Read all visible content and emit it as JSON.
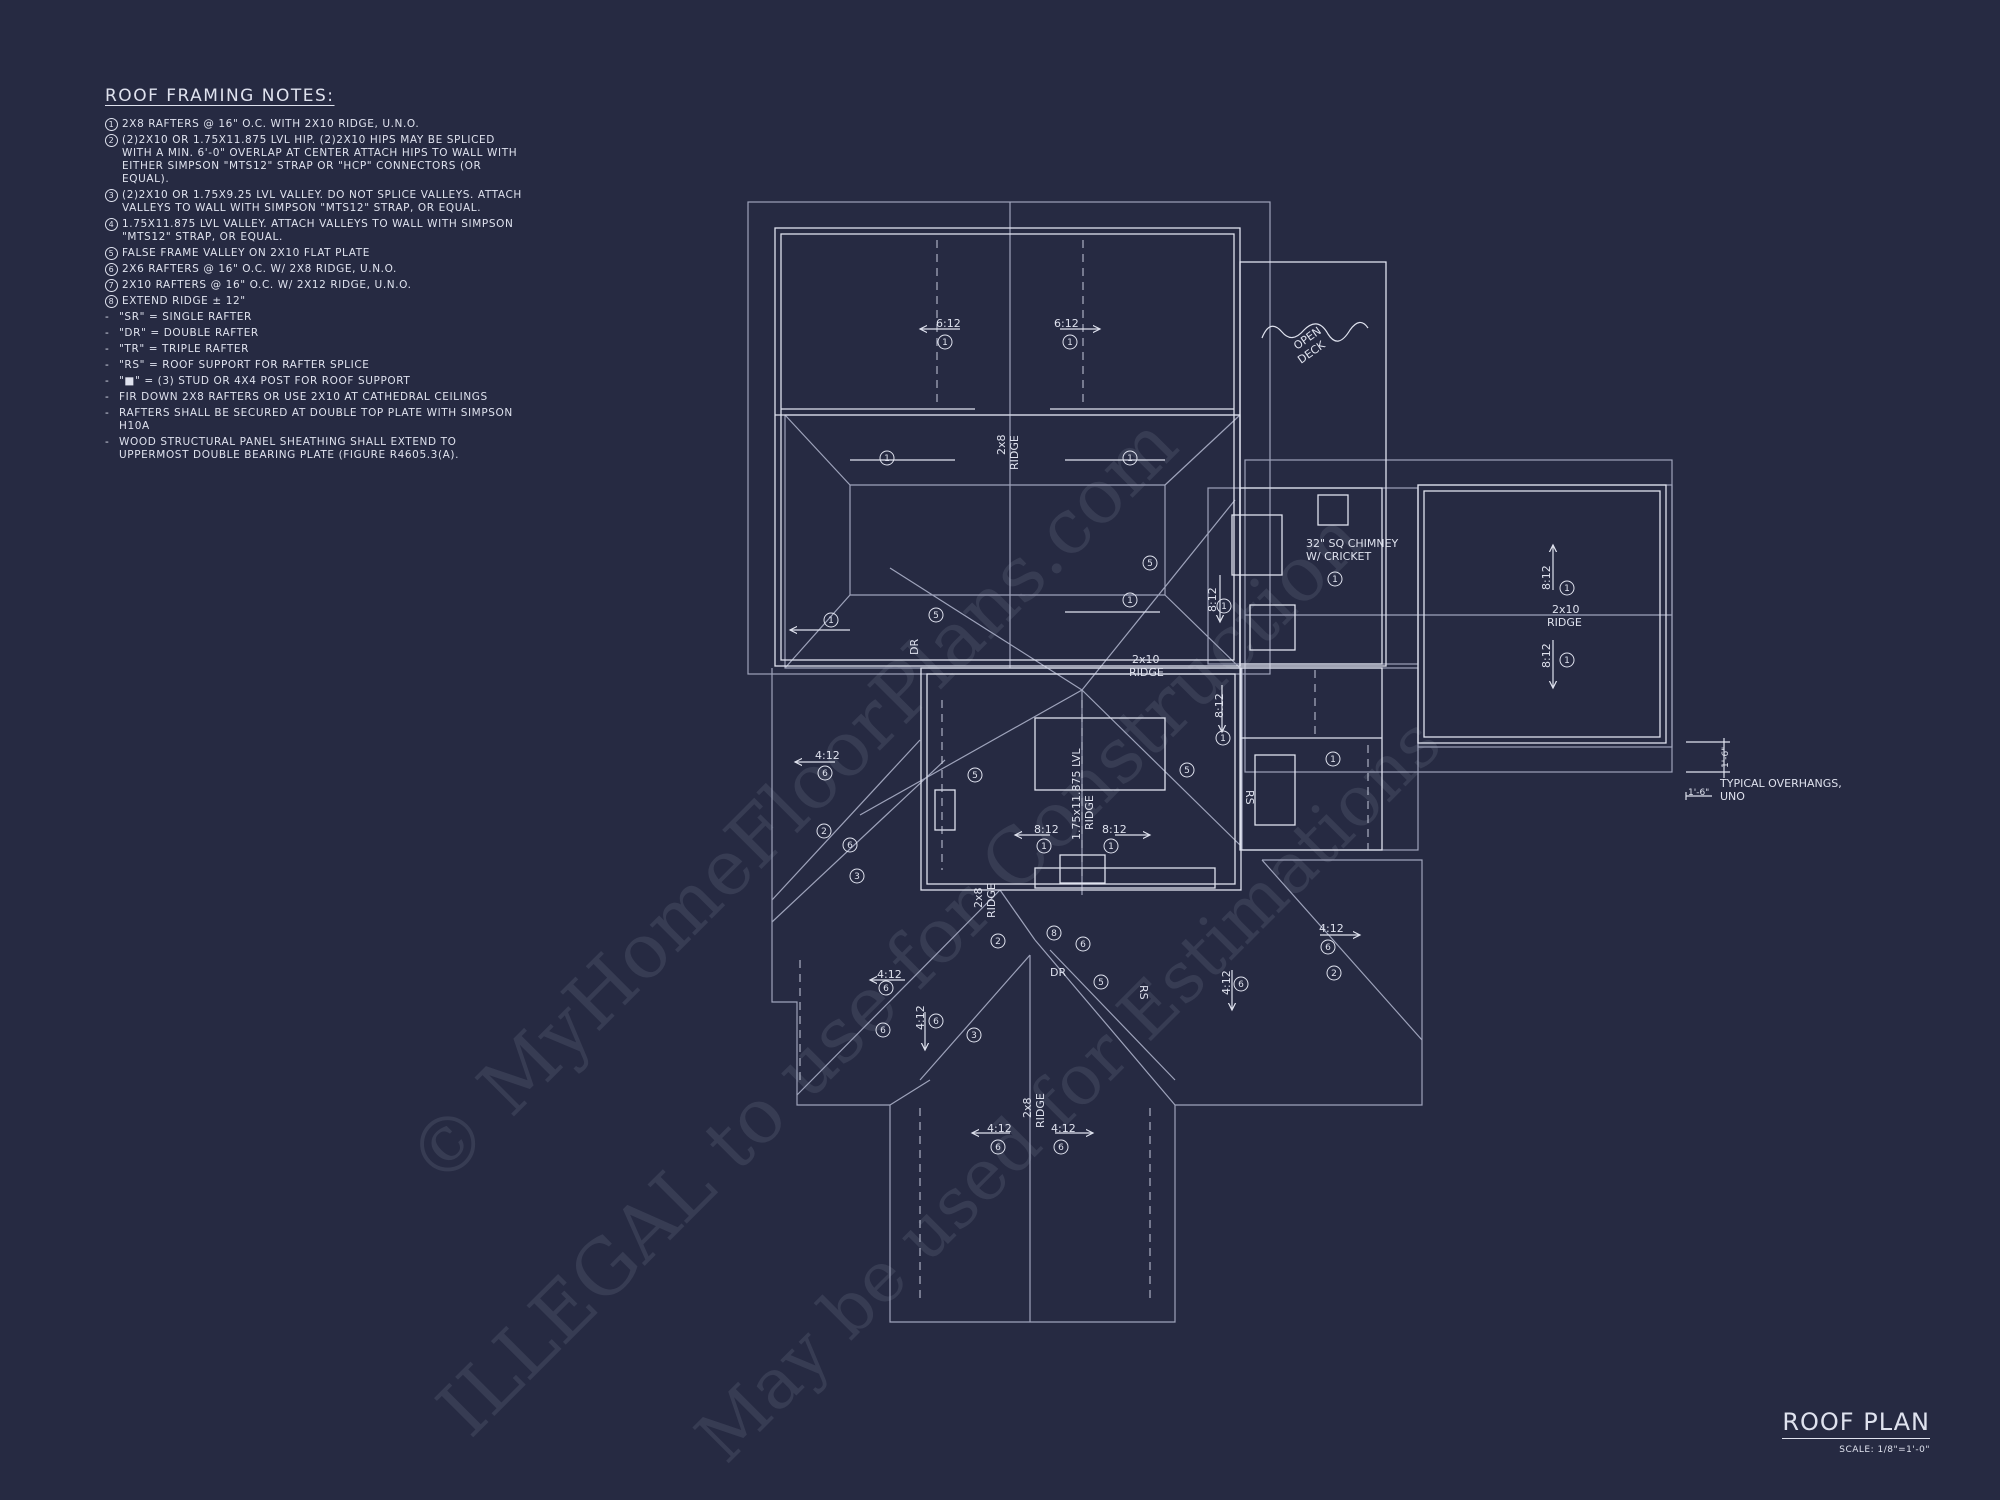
{
  "notes": {
    "title": "ROOF FRAMING NOTES:",
    "numbered": [
      {
        "num": "1",
        "text": "2x8 RAFTERS @ 16\" O.C. WITH 2x10 RIDGE, U.N.O."
      },
      {
        "num": "2",
        "text": "(2)2x10 OR 1.75x11.875 LVL HIP. (2)2x10 HIPS MAY BE SPLICED WITH A MIN. 6'-0\" OVERLAP AT CENTER ATTACH HIPS TO WALL WITH EITHER SIMPSON \"MTS12\" STRAP OR \"HCP\" CONNECTORS (OR EQUAL)."
      },
      {
        "num": "3",
        "text": "(2)2x10 OR 1.75x9.25 LVL VALLEY. DO NOT SPLICE VALLEYS. ATTACH VALLEYS TO WALL WITH SIMPSON \"MTS12\" STRAP, OR EQUAL."
      },
      {
        "num": "4",
        "text": "1.75x11.875 LVL VALLEY. ATTACH VALLEYS TO WALL WITH SIMPSON \"MTS12\" STRAP, OR EQUAL."
      },
      {
        "num": "5",
        "text": "FALSE FRAME VALLEY ON 2x10 FLAT PLATE"
      },
      {
        "num": "6",
        "text": "2x6 RAFTERS @ 16\" O.C. W/ 2x8 RIDGE, U.N.O."
      },
      {
        "num": "7",
        "text": "2x10 RAFTERS @ 16\" O.C. W/ 2x12 RIDGE, U.N.O."
      },
      {
        "num": "8",
        "text": "EXTEND RIDGE ± 12\""
      }
    ],
    "bullets": [
      "\"SR\" = SINGLE RAFTER",
      "\"DR\" = DOUBLE RAFTER",
      "\"TR\" = TRIPLE RAFTER",
      "\"RS\" = ROOF SUPPORT FOR RAFTER SPLICE",
      "\"■\" = (3) STUD OR 4x4 POST FOR ROOF SUPPORT",
      "FIR DOWN 2x8 RAFTERS OR USE 2x10 AT CATHEDRAL CEILINGS",
      "RAFTERS SHALL BE SECURED AT DOUBLE TOP PLATE WITH SIMPSON H10A",
      "WOOD STRUCTURAL PANEL SHEATHING SHALL EXTEND TO UPPERMOST DOUBLE BEARING PLATE (FIGURE R4605.3(A)."
    ]
  },
  "plan_labels": {
    "pitch_6_12": "6:12",
    "pitch_8_12": "8:12",
    "pitch_4_12": "4:12",
    "ridge_2x10": "2x10",
    "ridge_2x8": "2x8",
    "ridge_word": "RIDGE",
    "ridge_lvl": "1.75x11.875 LVL",
    "dr": "DR",
    "rs": "RS",
    "open_deck_1": "OPEN",
    "open_deck_2": "DECK",
    "chimney_1": "32\" SQ CHIMNEY",
    "chimney_2": "W/ CRICKET",
    "overhang_1": "TYPICAL OVERHANGS,",
    "overhang_2": "UNO",
    "dim": "1'-6\""
  },
  "title_block": {
    "title": "ROOF PLAN",
    "scale": "SCALE: 1/8\"=1'-0\""
  },
  "watermarks": [
    "© MyHomeFloorPlans.com",
    "ILLEGAL to use for Construction",
    "May be used for Estimations"
  ]
}
